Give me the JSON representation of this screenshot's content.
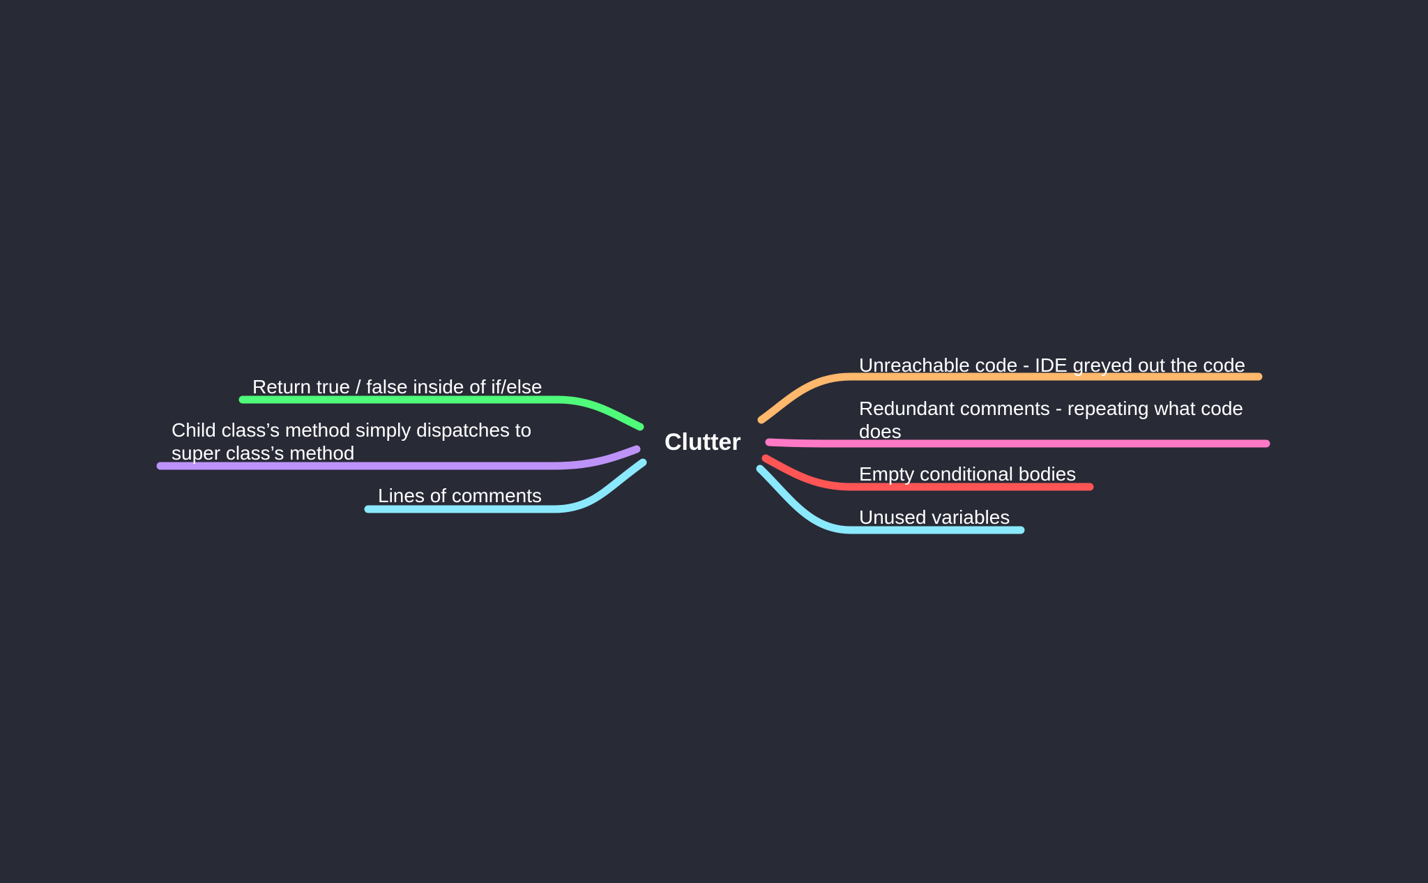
{
  "mindmap": {
    "center": {
      "label": "Clutter"
    },
    "branches": [
      {
        "id": "return-true-false",
        "side": "left",
        "label": "Return true / false inside of if/else",
        "color": "#50fa7b"
      },
      {
        "id": "child-class-method",
        "side": "left",
        "label": "Child class’s method simply dispatches to super class’s method",
        "color": "#bd93f9"
      },
      {
        "id": "lines-of-comments",
        "side": "left",
        "label": "Lines of comments",
        "color": "#8be9fd"
      },
      {
        "id": "unreachable-code",
        "side": "right",
        "label": "Unreachable code - IDE greyed out the code",
        "color": "#ffb86c"
      },
      {
        "id": "redundant-comments",
        "side": "right",
        "label": "Redundant comments - repeating what code does",
        "color": "#ff79c6"
      },
      {
        "id": "empty-conditional-bodies",
        "side": "right",
        "label": "Empty conditional bodies",
        "color": "#ff5555"
      },
      {
        "id": "unused-variables",
        "side": "right",
        "label": "Unused variables",
        "color": "#8be9fd"
      }
    ]
  }
}
